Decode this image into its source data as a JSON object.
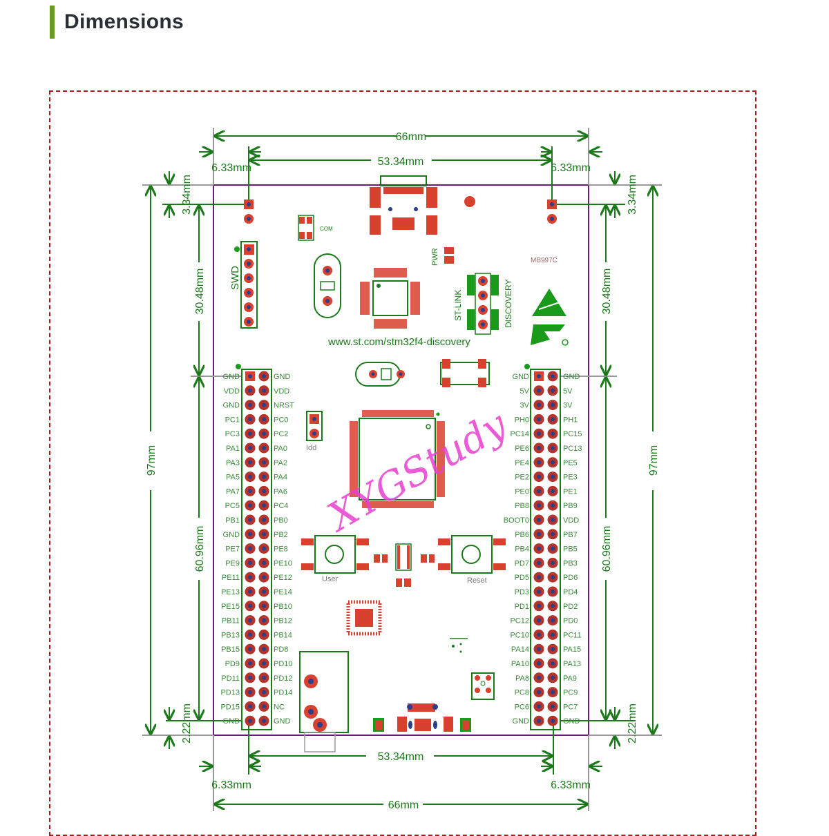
{
  "section": {
    "title": "Dimensions",
    "accent_color": "#6a9a1f",
    "frame_color": "#a51c1c"
  },
  "board": {
    "url_text": "www.st.com/stm32f4-discovery",
    "part_code": "MB997C",
    "labels": {
      "swd": "SWD",
      "st_link": "ST-LINK",
      "discovery": "DISCOVERY",
      "pwr": "PWR",
      "com": "COM",
      "idd": "Idd",
      "user": "User",
      "reset": "Reset"
    },
    "watermark": "XYGStudy",
    "colors": {
      "outline": "#6a1b7a",
      "dimension": "#1a7a1a",
      "pad": "#d9412f",
      "drill": "#2b3f8a"
    }
  },
  "dimensions": {
    "top_width": "66mm",
    "top_header_span": "53.34mm",
    "top_left_offset": "6.33mm",
    "top_right_offset": "6.33mm",
    "left_top_offset": "3.34mm",
    "left_upper_span": "30.48mm",
    "left_total_height": "97mm",
    "left_lower_span": "60.96mm",
    "left_bottom_offset": "2.22mm",
    "right_top_offset": "3.34mm",
    "right_upper_span": "30.48mm",
    "right_total_height": "97mm",
    "right_lower_span": "60.96mm",
    "right_bottom_offset": "2.22mm",
    "bottom_header_span": "53.34mm",
    "bottom_left_offset": "6.33mm",
    "bottom_right_offset": "6.33mm",
    "bottom_width": "66mm"
  },
  "headers": {
    "P1": {
      "left": [
        "GND",
        "VDD",
        "GND",
        "PC1",
        "PC3",
        "PA1",
        "PA3",
        "PA5",
        "PA7",
        "PC5",
        "PB1",
        "GND",
        "PE7",
        "PE9",
        "PE11",
        "PE13",
        "PE15",
        "PB11",
        "PB13",
        "PB15",
        "PD9",
        "PD11",
        "PD13",
        "PD15",
        "GND"
      ],
      "right": [
        "GND",
        "VDD",
        "NRST",
        "PC0",
        "PC2",
        "PA0",
        "PA2",
        "PA4",
        "PA6",
        "PC4",
        "PB0",
        "PB2",
        "PE8",
        "PE10",
        "PE12",
        "PE14",
        "PB10",
        "PB12",
        "PB14",
        "PD8",
        "PD10",
        "PD12",
        "PD14",
        "NC",
        "GND"
      ]
    },
    "P2": {
      "left": [
        "GND",
        "5V",
        "3V",
        "PH0",
        "PC14",
        "PE6",
        "PE4",
        "PE2",
        "PE0",
        "PB8",
        "BOOT0",
        "PB6",
        "PB4",
        "PD7",
        "PD5",
        "PD3",
        "PD1",
        "PC12",
        "PC10",
        "PA14",
        "PA10",
        "PA8",
        "PC8",
        "PC6",
        "GND"
      ],
      "right": [
        "GND",
        "5V",
        "3V",
        "PH1",
        "PC15",
        "PC13",
        "PE5",
        "PE3",
        "PE1",
        "PB9",
        "VDD",
        "PB7",
        "PB5",
        "PB3",
        "PD6",
        "PD4",
        "PD2",
        "PD0",
        "PC11",
        "PA15",
        "PA13",
        "PA9",
        "PC9",
        "PC7",
        "GND"
      ]
    }
  }
}
